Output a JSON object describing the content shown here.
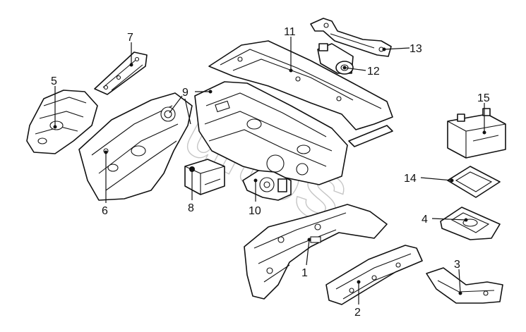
{
  "callouts": {
    "c1": "1",
    "c2": "2",
    "c3": "3",
    "c4": "4",
    "c5": "5",
    "c6": "6",
    "c7": "7",
    "c8": "8",
    "c9": "9",
    "c10": "10",
    "c11": "11",
    "c12": "12",
    "c13": "13",
    "c14": "14",
    "c15": "15"
  },
  "watermark": "ultoS",
  "colors": {
    "line": "#111111",
    "background": "#ffffff",
    "watermark": "#999999"
  }
}
